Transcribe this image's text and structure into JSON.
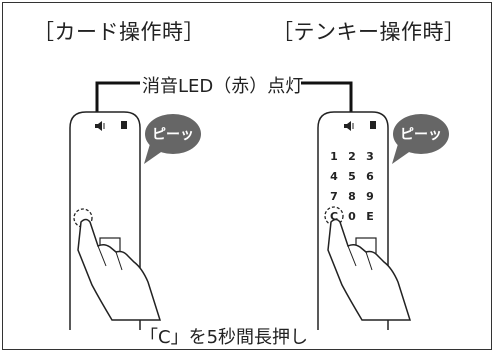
{
  "headings": {
    "card": "［カード操作時］",
    "keypad": "［テンキー操作時］"
  },
  "led_label": "消音LED（赤）点灯",
  "bubble_text": "ピーッ",
  "keypad_keys": [
    "1",
    "2",
    "3",
    "4",
    "5",
    "6",
    "7",
    "8",
    "9",
    "C",
    "0",
    "E"
  ],
  "caption": "「C」を5秒間長押し",
  "colors": {
    "bubble": "#666666",
    "outline": "#222222"
  }
}
